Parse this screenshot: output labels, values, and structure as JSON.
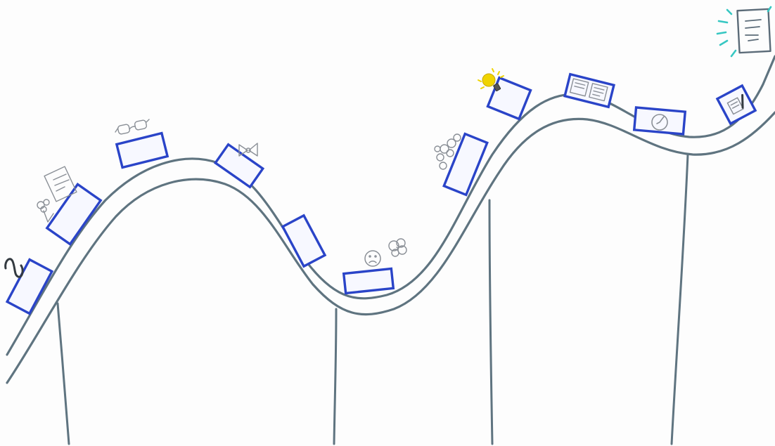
{
  "colors": {
    "background": "#fdfdfd",
    "track": "#5f7480",
    "car": "#2a44c8",
    "car_fill": "#f7f8ff",
    "doodle": "#8a8f96",
    "bulb": "#f0d400",
    "bulb_rays": "#f0d400",
    "burst": "#36c7c2",
    "poster": "#5b6b78"
  },
  "stations": [
    {
      "id": "start-squiggle",
      "icon": "squiggle-icon"
    },
    {
      "id": "idea-sketch",
      "icon": "paper-flower-icon"
    },
    {
      "id": "eyeglasses",
      "icon": "eyeglasses-icon"
    },
    {
      "id": "bowtie",
      "icon": "bowtie-icon"
    },
    {
      "id": "empty-car",
      "icon": ""
    },
    {
      "id": "sad-face",
      "icon": "sad-face-icon"
    },
    {
      "id": "thought-cloud",
      "icon": "thought-cloud-icon"
    },
    {
      "id": "lightbulb",
      "icon": "lightbulb-icon"
    },
    {
      "id": "book",
      "icon": "book-icon"
    },
    {
      "id": "clock",
      "icon": "clock-icon"
    },
    {
      "id": "notepad",
      "icon": "notepad-pen-icon"
    },
    {
      "id": "finished-document",
      "icon": "document-icon"
    }
  ]
}
